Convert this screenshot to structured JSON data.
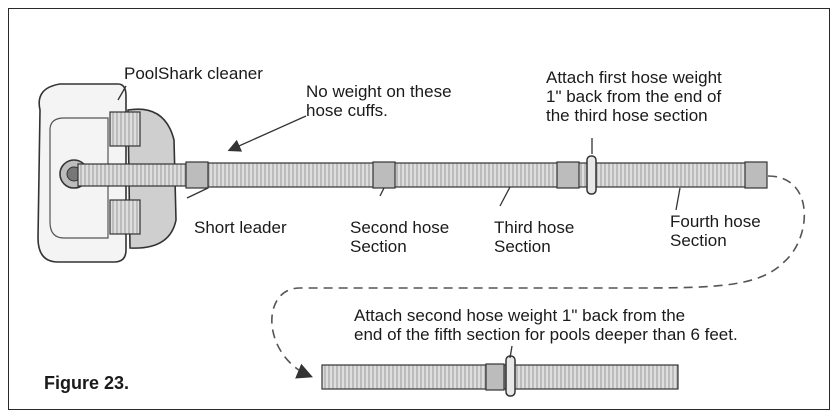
{
  "figure": {
    "caption": "Figure 23.",
    "labels": {
      "cleaner": "PoolShark cleaner",
      "no_weight": [
        "No weight on these",
        "hose cuffs."
      ],
      "first_weight": [
        "Attach first hose weight",
        "1\" back from the end of",
        "the third hose section"
      ],
      "short_leader": "Short leader",
      "second_section": [
        "Second hose",
        "Section"
      ],
      "third_section": [
        "Third hose",
        "Section"
      ],
      "fourth_section": [
        "Fourth hose",
        "Section"
      ],
      "second_weight": [
        "Attach second hose weight 1\" back from the",
        "end of the fifth section for pools deeper than 6 feet."
      ]
    },
    "colors": {
      "line": "#333333",
      "hose": "#d9d9d9",
      "cleaner": "#f2f2f2"
    }
  }
}
